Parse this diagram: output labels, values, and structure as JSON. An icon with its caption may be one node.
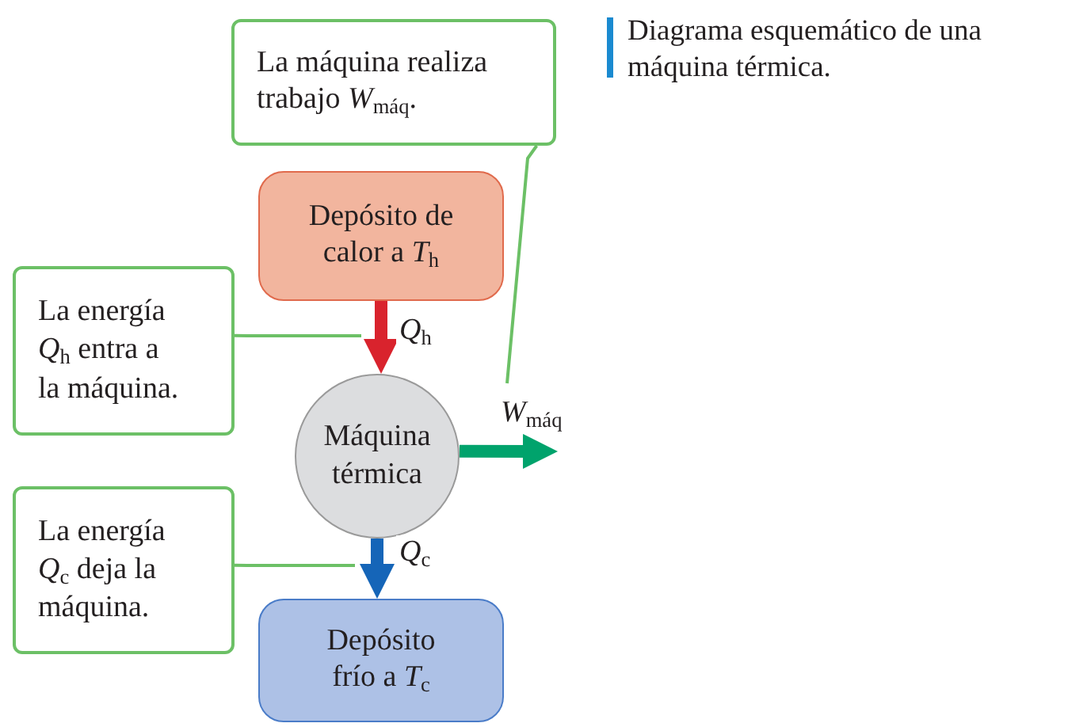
{
  "diagram": {
    "caption": "Diagrama esquemático de una máquina térmica.",
    "nodes": [
      {
        "text": [
          "La máquina realiza trabajo *W*$_{máq}$."
        ]
      },
      {
        "text": [
          "Depósito de calor a *T*$_{h}$"
        ]
      },
      {
        "text": [
          "La energía *Q*$_{h}$ entra a la máquina."
        ]
      },
      {
        "text": [
          "Máquina térmica"
        ]
      },
      {
        "text": [
          "La energía *Q*$_{c}$ deja la máquina."
        ]
      },
      {
        "text": [
          "Depósito frío a *T*$_{c}$"
        ]
      }
    ],
    "edges": [
      {
        "from": 1,
        "to": 3,
        "arrow": "to",
        "label": "*Q*$_{h}$",
        "style": "thick",
        "color": "#d9232d"
      },
      {
        "from": 3,
        "to": 5,
        "arrow": "to",
        "label": "*Q*$_{c}$",
        "style": "thick",
        "color": "#1565b8"
      },
      {
        "from": 3,
        "to": null,
        "arrow": "to",
        "label": "*W*$_{máq}$",
        "style": "thick",
        "color": "#00a36c"
      },
      {
        "from": 0,
        "to": null,
        "arrow": "none"
      },
      {
        "from": 2,
        "to": null,
        "arrow": "none"
      },
      {
        "from": 4,
        "to": null,
        "arrow": "none"
      }
    ]
  }
}
